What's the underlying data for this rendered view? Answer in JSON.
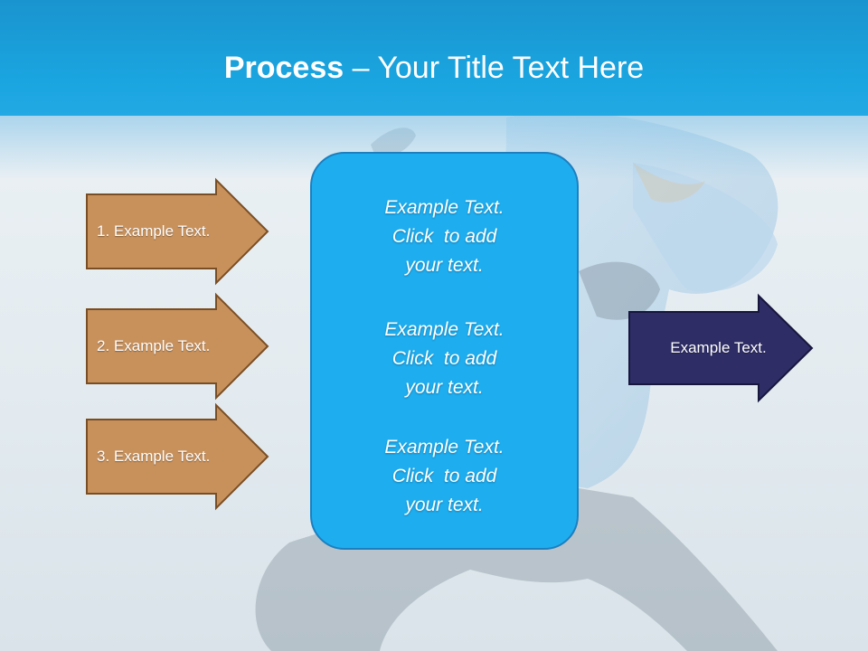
{
  "slide": {
    "title_bold": "Process",
    "title_rest": " – Your Title Text Here",
    "colors": {
      "title_band": "#1aa5e0",
      "brown_arrow": "#c8915c",
      "brown_arrow_border": "#7a4e24",
      "center_box": "#1eaef0",
      "dark_arrow": "#2e2d66",
      "text": "#ffffff"
    },
    "left_steps": [
      {
        "label": "1. Example Text."
      },
      {
        "label": "2. Example Text."
      },
      {
        "label": "3. Example Text."
      }
    ],
    "center_blocks": [
      {
        "line1": "Example Text.",
        "line2": "Click  to add",
        "line3": "your text."
      },
      {
        "line1": "Example Text.",
        "line2": "Click  to add",
        "line3": "your text."
      },
      {
        "line1": "Example Text.",
        "line2": "Click  to add",
        "line3": "your text."
      }
    ],
    "result_arrow": {
      "label": "Example Text."
    },
    "background_image": "runner-photo"
  }
}
